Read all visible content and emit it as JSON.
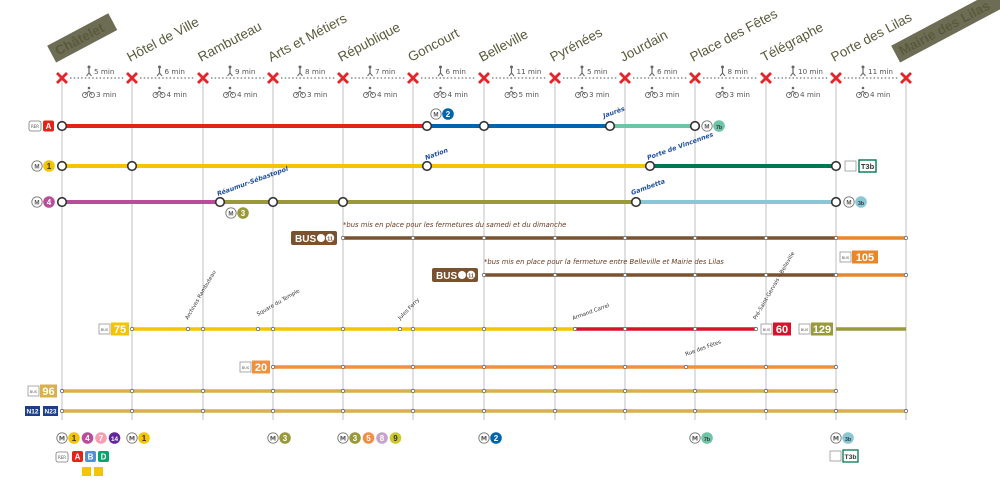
{
  "colors": {
    "station_box": "#6d6d56",
    "closed_cross": "#e3262b",
    "rer_a": "#e2231a",
    "m1": "#f2c500",
    "m4": "#b94d9a",
    "m11": "#7a5230",
    "m3": "#9a993a",
    "m2": "#0065ae",
    "m7bis": "#6ec4a7",
    "m3bis": "#89c7d6",
    "t3b": "#007852",
    "bus75": "#f5c400",
    "bus60": "#d5142c",
    "bus129": "#999a3a",
    "bus20": "#f0913c",
    "bus96": "#d9b04a",
    "bus105": "#e9862a"
  },
  "stations": [
    "Châtelet",
    "Hôtel de Ville",
    "Rambuteau",
    "Arts et Métiers",
    "République",
    "Goncourt",
    "Belleville",
    "Pyrénées",
    "Jourdain",
    "Place des Fêtes",
    "Télégraphe",
    "Porte des Lilas",
    "Mairie des Lilas"
  ],
  "segments": [
    {
      "walk": "5 min",
      "bike": "3 min"
    },
    {
      "walk": "6 min",
      "bike": "4 min"
    },
    {
      "walk": "9 min",
      "bike": "4 min"
    },
    {
      "walk": "8 min",
      "bike": "3 min"
    },
    {
      "walk": "7 min",
      "bike": "4 min"
    },
    {
      "walk": "6 min",
      "bike": "4 min"
    },
    {
      "walk": "11 min",
      "bike": "5 min"
    },
    {
      "walk": "5 min",
      "bike": "3 min"
    },
    {
      "walk": "6 min",
      "bike": "3 min"
    },
    {
      "walk": "8 min",
      "bike": "3 min"
    },
    {
      "walk": "10 min",
      "bike": "4 min"
    },
    {
      "walk": "11 min",
      "bike": "4 min"
    }
  ],
  "lines": {
    "rer_a": {
      "mode": "RER",
      "label": "A"
    },
    "m1": {
      "mode": "M",
      "label": "1"
    },
    "m4": {
      "mode": "M",
      "label": "4"
    },
    "m2_badge": "2",
    "m7bis_badge": "7bis",
    "m3_badge": "3",
    "m3bis_badge": "3bis",
    "t3b_badge": "T3b",
    "bus_word": "BUS",
    "m11_badge": "11"
  },
  "connections": {
    "jaures": "Jaurès",
    "nation": "Nation",
    "porte_vincennes": "Porte de Vincennes",
    "reaumur": "Réaumur-Sébastopol",
    "gambetta": "Gambetta"
  },
  "notes": {
    "bus1": "*bus mis en place pour les fermetures du samedi et du dimanche",
    "bus2": "*bus mis en place pour la fermeture entre Belleville et Mairie des Lilas"
  },
  "buses": {
    "b75": "75",
    "b60": "60",
    "b129": "129",
    "b20": "20",
    "b96": "96",
    "b105": "105",
    "n12": "N12",
    "n23": "N23",
    "bus_tag": "BUS"
  },
  "stops": {
    "archives": "Archives Rambuteau",
    "square": "Square du Temple",
    "jules_ferry": "Jules Ferry",
    "armand_carrel": "Armand Carrel",
    "rue_des_fetes": "Rue des Fêtes",
    "pre_gervais": "Pré-Saint-Gervais – Belleville"
  },
  "bottom": {
    "chatelet_m": [
      "1",
      "4",
      "7",
      "14"
    ],
    "chatelet_rer": [
      "A",
      "B",
      "D"
    ],
    "hdv_m": [
      "1"
    ],
    "arts_m": [
      "3"
    ],
    "rep_m": [
      "3",
      "5",
      "8",
      "9"
    ],
    "belle_m": [
      "2"
    ],
    "pdf_m": [
      "7bis"
    ],
    "pdl_m": [
      "3bis"
    ],
    "pdl_t": "T3b"
  }
}
